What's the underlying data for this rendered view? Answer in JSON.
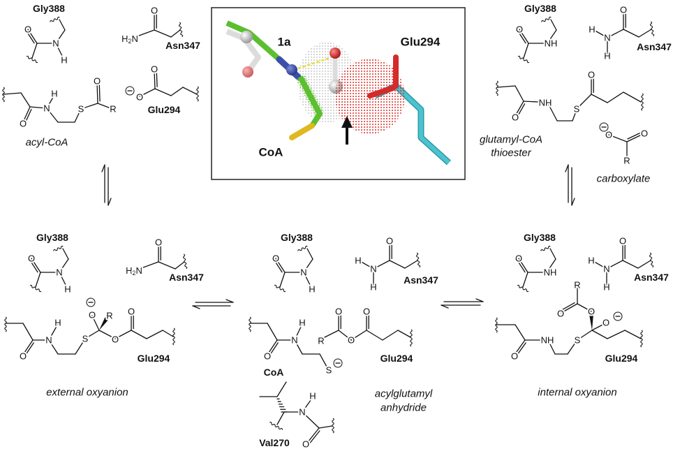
{
  "panel": {
    "ligand_label": "1a",
    "residue_label": "Glu294",
    "coa_label": "CoA"
  },
  "residues": {
    "gly": "Gly388",
    "asn": "Asn347",
    "glu": "Glu294",
    "val": "Val270",
    "coa": "CoA"
  },
  "atoms": {
    "O": "O",
    "N": "N",
    "H": "H",
    "S": "S",
    "R": "R",
    "NH": "NH",
    "two": "2"
  },
  "species": {
    "acyl_coa": "acyl-CoA",
    "thioester": [
      "glutamyl-CoA",
      "thioester"
    ],
    "carboxylate": "carboxylate",
    "external_oxyanion": "external oxyanion",
    "anhydride": [
      "acylglutamyl",
      "anhydride"
    ],
    "internal_oxyanion": "internal oxyanion"
  },
  "colors": {
    "carbon_ligand": "#5bbf2f",
    "carbon_glu": "#4cc3cf",
    "oxygen": "#d42a2a",
    "nitrogen": "#3b4fa8",
    "sulfur": "#e0b820",
    "hydrogen": "#e8e8e8",
    "arrow": "#111111"
  }
}
